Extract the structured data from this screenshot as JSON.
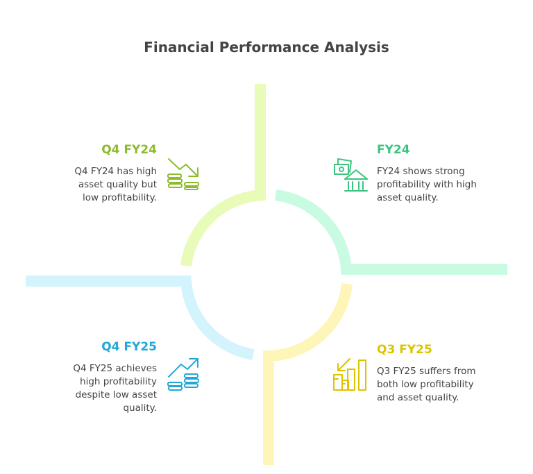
{
  "title": "Financial Performance Analysis",
  "quadrants": [
    {
      "title": "Q4 FY24",
      "text": "Q4 FY24 has high asset quality but low profitability.",
      "color": "#8cbb2c",
      "ring": "#e8fbb8",
      "icon": "coins-trend-down-icon"
    },
    {
      "title": "FY24",
      "text": "FY24 shows strong profitability with high asset quality.",
      "color": "#3cc47e",
      "ring": "#c8fbe2",
      "icon": "money-bank-icon"
    },
    {
      "title": "Q4 FY25",
      "text": "Q4 FY25 achieves high profitability despite low asset quality.",
      "color": "#22a8d8",
      "ring": "#d3f3fd",
      "icon": "coins-trend-up-icon"
    },
    {
      "title": "Q3 FY25",
      "text": "Q3 FY25 suffers from both low profitability and asset quality.",
      "color": "#dcc400",
      "ring": "#fdf6b8",
      "icon": "bar-chart-decline-icon"
    }
  ]
}
